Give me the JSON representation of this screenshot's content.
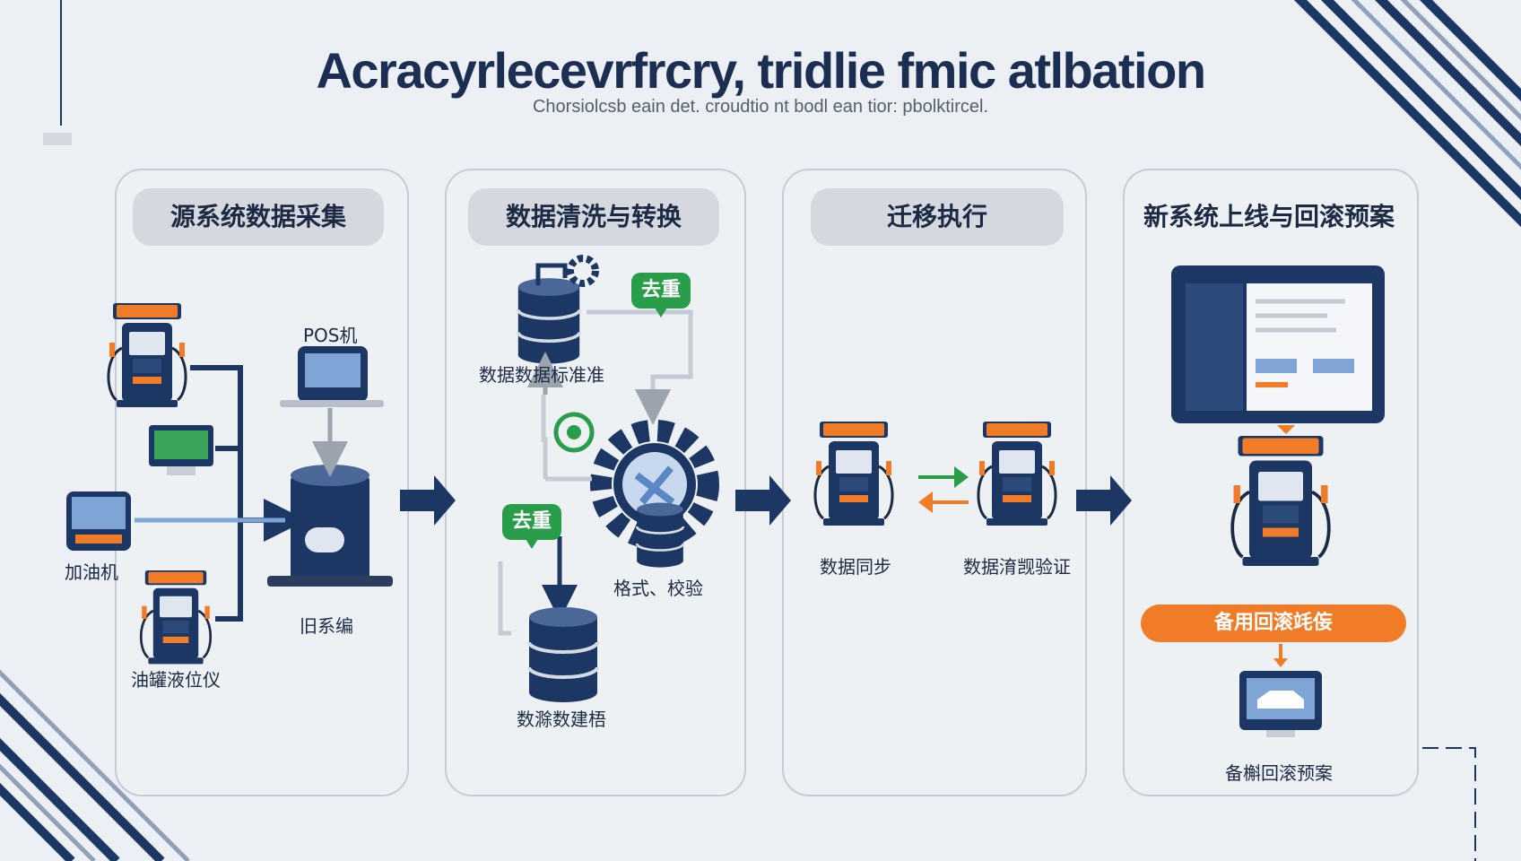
{
  "title": "Acracyrlecevrfrcry, tridlie fmic atlbation",
  "subtitle": "Chorsiolcsb eain det. croudtio nt bodl ean tior: pbolktircel.",
  "colors": {
    "navy": "#1c3764",
    "orange": "#f07c28",
    "green": "#2a9d4a",
    "panel_border": "#c6ccd5",
    "pill_bg": "#d5d9df"
  },
  "stages": [
    {
      "title": "源系统数据采集",
      "labels": {
        "pos": "POS机",
        "dispenser": "加油机",
        "legacy": "旧系编",
        "tank": "油罐液位仪"
      }
    },
    {
      "title": "数据清洗与转换",
      "labels": {
        "standardize": "数据数据标准准",
        "dedup_top": "去重",
        "dedup_bottom": "去重",
        "format": "格式、校验",
        "build": "数滁数建梧"
      }
    },
    {
      "title": "迁移执行",
      "labels": {
        "sync": "数据同步",
        "verify": "数据淯觊验证"
      }
    },
    {
      "title": "新系统上线与回滚预案",
      "labels": {
        "backup_bar": "备用回滚竓侫",
        "rollback": "备槲回滚预案"
      }
    }
  ],
  "icons": [
    "fuel-dispenser-icon",
    "pos-terminal-icon",
    "database-icon",
    "gear-icon",
    "monitor-icon",
    "arrow-right-icon",
    "sync-arrows-icon",
    "car-icon"
  ]
}
